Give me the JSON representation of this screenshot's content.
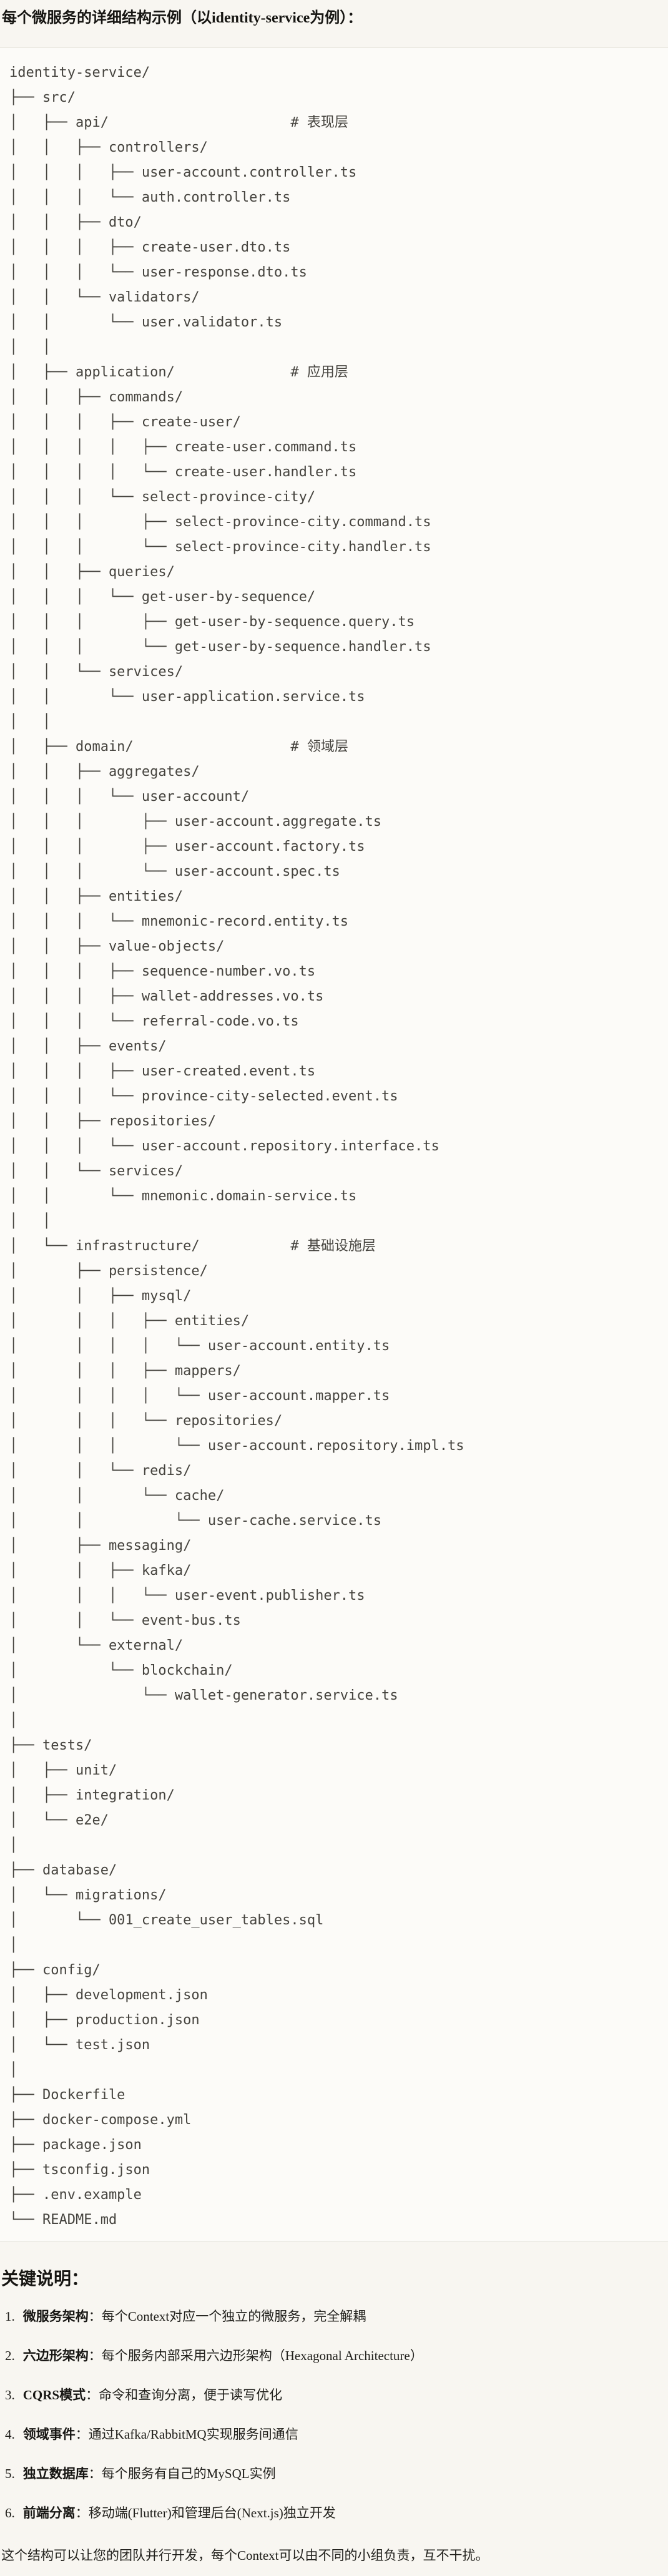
{
  "page": {
    "title": "每个微服务的详细结构示例（以identity-service为例）："
  },
  "tree": {
    "lines": [
      "identity-service/",
      "├── src/",
      "│   ├── api/                      # 表现层",
      "│   │   ├── controllers/",
      "│   │   │   ├── user-account.controller.ts",
      "│   │   │   └── auth.controller.ts",
      "│   │   ├── dto/",
      "│   │   │   ├── create-user.dto.ts",
      "│   │   │   └── user-response.dto.ts",
      "│   │   └── validators/",
      "│   │       └── user.validator.ts",
      "│   │",
      "│   ├── application/              # 应用层",
      "│   │   ├── commands/",
      "│   │   │   ├── create-user/",
      "│   │   │   │   ├── create-user.command.ts",
      "│   │   │   │   └── create-user.handler.ts",
      "│   │   │   └── select-province-city/",
      "│   │   │       ├── select-province-city.command.ts",
      "│   │   │       └── select-province-city.handler.ts",
      "│   │   ├── queries/",
      "│   │   │   └── get-user-by-sequence/",
      "│   │   │       ├── get-user-by-sequence.query.ts",
      "│   │   │       └── get-user-by-sequence.handler.ts",
      "│   │   └── services/",
      "│   │       └── user-application.service.ts",
      "│   │",
      "│   ├── domain/                   # 领域层",
      "│   │   ├── aggregates/",
      "│   │   │   └── user-account/",
      "│   │   │       ├── user-account.aggregate.ts",
      "│   │   │       ├── user-account.factory.ts",
      "│   │   │       └── user-account.spec.ts",
      "│   │   ├── entities/",
      "│   │   │   └── mnemonic-record.entity.ts",
      "│   │   ├── value-objects/",
      "│   │   │   ├── sequence-number.vo.ts",
      "│   │   │   ├── wallet-addresses.vo.ts",
      "│   │   │   └── referral-code.vo.ts",
      "│   │   ├── events/",
      "│   │   │   ├── user-created.event.ts",
      "│   │   │   └── province-city-selected.event.ts",
      "│   │   ├── repositories/",
      "│   │   │   └── user-account.repository.interface.ts",
      "│   │   └── services/",
      "│   │       └── mnemonic.domain-service.ts",
      "│   │",
      "│   └── infrastructure/           # 基础设施层",
      "│       ├── persistence/",
      "│       │   ├── mysql/",
      "│       │   │   ├── entities/",
      "│       │   │   │   └── user-account.entity.ts",
      "│       │   │   ├── mappers/",
      "│       │   │   │   └── user-account.mapper.ts",
      "│       │   │   └── repositories/",
      "│       │   │       └── user-account.repository.impl.ts",
      "│       │   └── redis/",
      "│       │       └── cache/",
      "│       │           └── user-cache.service.ts",
      "│       ├── messaging/",
      "│       │   ├── kafka/",
      "│       │   │   └── user-event.publisher.ts",
      "│       │   └── event-bus.ts",
      "│       └── external/",
      "│           └── blockchain/",
      "│               └── wallet-generator.service.ts",
      "│",
      "├── tests/",
      "│   ├── unit/",
      "│   ├── integration/",
      "│   └── e2e/",
      "│",
      "├── database/",
      "│   └── migrations/",
      "│       └── 001_create_user_tables.sql",
      "│",
      "├── config/",
      "│   ├── development.json",
      "│   ├── production.json",
      "│   └── test.json",
      "│",
      "├── Dockerfile",
      "├── docker-compose.yml",
      "├── package.json",
      "├── tsconfig.json",
      "├── .env.example",
      "└── README.md"
    ]
  },
  "notes": {
    "heading": "关键说明：",
    "separator": "：",
    "items": [
      {
        "num": "1.",
        "term": "微服务架构",
        "desc": "每个Context对应一个独立的微服务，完全解耦"
      },
      {
        "num": "2.",
        "term": "六边形架构",
        "desc": "每个服务内部采用六边形架构（Hexagonal Architecture）"
      },
      {
        "num": "3.",
        "term": "CQRS模式",
        "desc": "命令和查询分离，便于读写优化"
      },
      {
        "num": "4.",
        "term": "领域事件",
        "desc": "通过Kafka/RabbitMQ实现服务间通信"
      },
      {
        "num": "5.",
        "term": "独立数据库",
        "desc": "每个服务有自己的MySQL实例"
      },
      {
        "num": "6.",
        "term": "前端分离",
        "desc": "移动端(Flutter)和管理后台(Next.js)独立开发"
      }
    ],
    "footer": "这个结构可以让您的团队并行开发，每个Context可以由不同的小组负责，互不干扰。"
  },
  "colors": {
    "page_bg": "#f8f6f1",
    "block_bg": "#fcfbf8",
    "divider": "#e5e3db",
    "tree_text": "#45433e",
    "text": "#1d1c19"
  }
}
